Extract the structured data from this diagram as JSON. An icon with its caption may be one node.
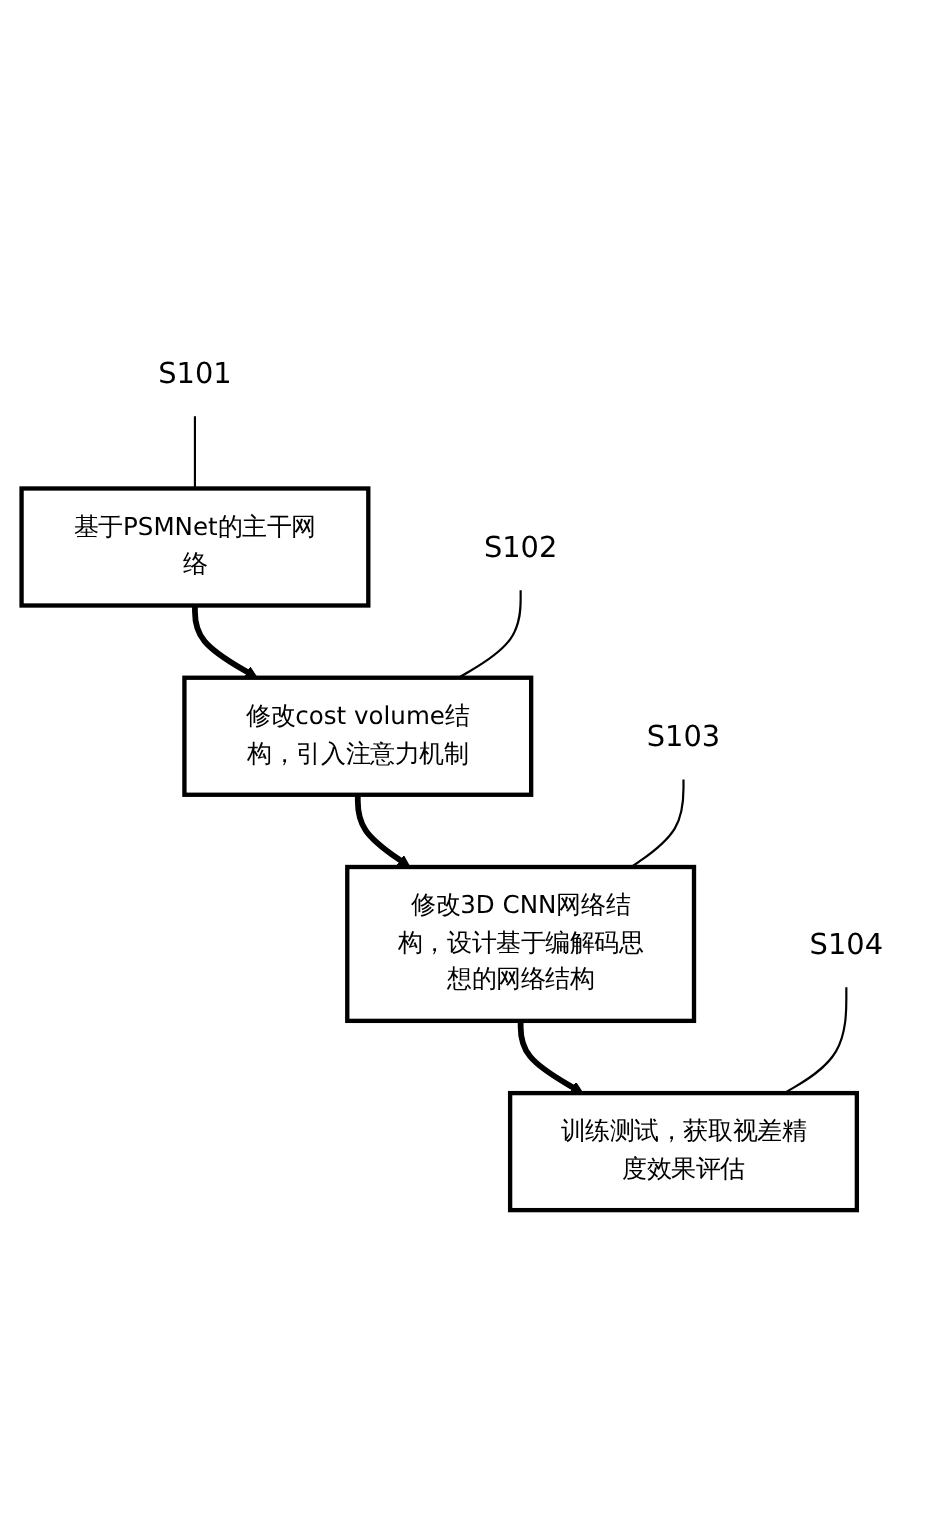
{
  "diagram": {
    "nodes": [
      {
        "text": [
          "S101"
        ]
      },
      {
        "text": [
          "基于PSMNet的主干网络"
        ]
      },
      {
        "text": [
          "S102"
        ]
      },
      {
        "text": [
          "修改cost volume结构，引入注意力机制"
        ]
      },
      {
        "text": [
          "S103"
        ]
      },
      {
        "text": [
          "修改3D CNN网络结构，设计基于编解码思想的网络结构"
        ]
      },
      {
        "text": [
          "S104"
        ]
      },
      {
        "text": [
          "训练测试，获取视差精度效果评估"
        ]
      }
    ],
    "edges": [
      {
        "from": 0,
        "to": 1,
        "arrow": "none"
      },
      {
        "from": 1,
        "to": 3,
        "arrow": "to",
        "style": "thick"
      },
      {
        "from": 2,
        "to": 3,
        "arrow": "none"
      },
      {
        "from": 3,
        "to": 5,
        "arrow": "to",
        "style": "thick"
      },
      {
        "from": 4,
        "to": 5,
        "arrow": "none"
      },
      {
        "from": 5,
        "to": 7,
        "arrow": "to",
        "style": "thick"
      },
      {
        "from": 6,
        "to": 7,
        "arrow": "none"
      }
    ]
  }
}
